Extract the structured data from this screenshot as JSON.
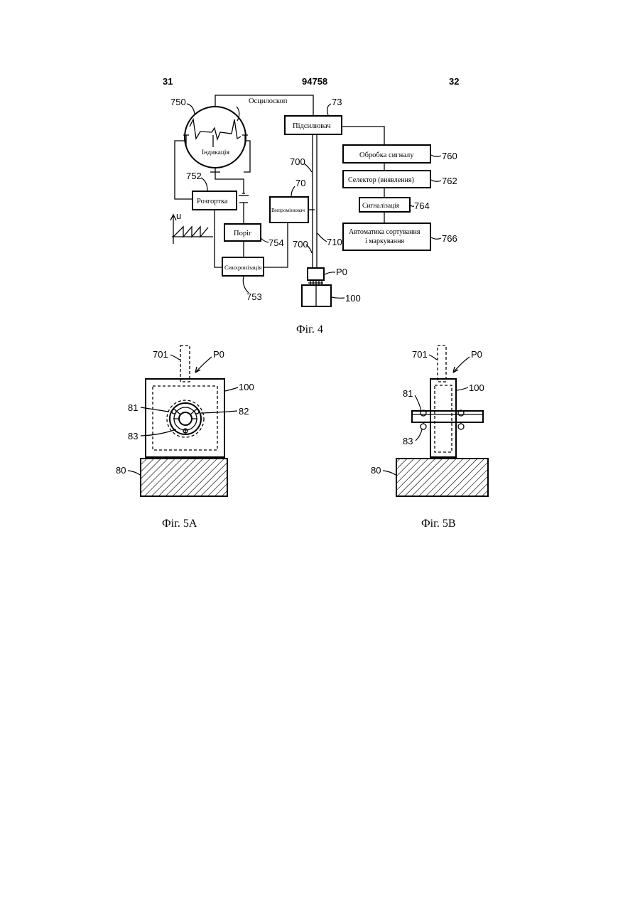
{
  "header": {
    "page_left": "31",
    "patent_number": "94758",
    "page_right": "32"
  },
  "fig4": {
    "caption": "Фіг. 4",
    "oscilloscope_label": "Осцилоскоп",
    "indication_label": "Індикація",
    "amplifier_label": "Підсилювач",
    "sweep_label": "Розгортка",
    "threshold_label": "Поріг",
    "sync_label": "Синхронізація",
    "emitter_label": "Випромінювач",
    "signal_processing_label": "Обробка сигналу",
    "selector_label": "Селектор (виявлення)",
    "signalling_label": "Сигналізація",
    "automation_line1": "Автоматика сортування",
    "automation_line2": "і маркування",
    "axis_u": "u",
    "refs": {
      "r750": "750",
      "r73": "73",
      "r752": "752",
      "r70": "70",
      "r700a": "700",
      "r700b": "700",
      "r710": "710",
      "r754": "754",
      "r753": "753",
      "r760": "760",
      "r762": "762",
      "r764": "764",
      "r766": "766",
      "rP0": "P0",
      "r100": "100"
    }
  },
  "fig5a": {
    "caption": "Фіг. 5A",
    "refs": {
      "r701": "701",
      "rP0": "P0",
      "r100": "100",
      "r81": "81",
      "r82": "82",
      "r83": "83",
      "r80": "80"
    }
  },
  "fig5b": {
    "caption": "Фіг. 5B",
    "refs": {
      "r701": "701",
      "rP0": "P0",
      "r100": "100",
      "r81": "81",
      "r83": "83",
      "r80": "80"
    }
  }
}
